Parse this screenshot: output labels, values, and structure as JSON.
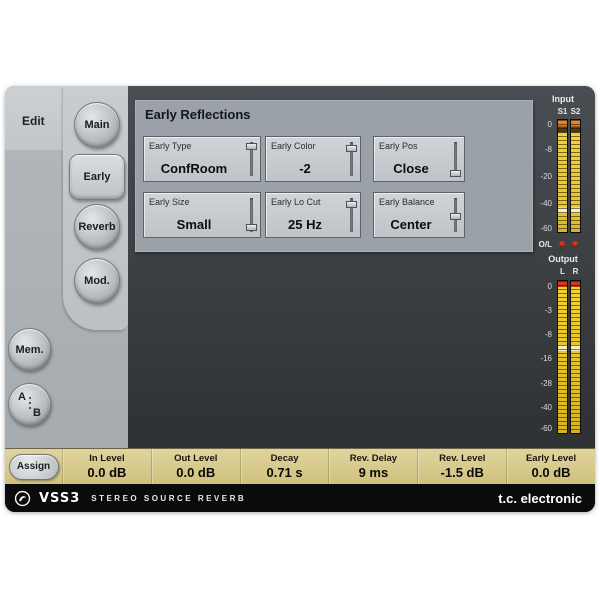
{
  "sidebar": {
    "edit_label": "Edit",
    "tabs": [
      {
        "label": "Main"
      },
      {
        "label": "Early"
      },
      {
        "label": "Reverb"
      },
      {
        "label": "Mod."
      }
    ],
    "mem_label": "Mem.",
    "ab_a": "A",
    "ab_b": "B"
  },
  "panel": {
    "title": "Early Reflections",
    "params": [
      {
        "label": "Early Type",
        "value": "ConfRoom",
        "slider": 0.05
      },
      {
        "label": "Early Color",
        "value": "-2",
        "slider": 0.12
      },
      {
        "label": "Early Pos",
        "value": "Close",
        "slider": 0.8
      },
      {
        "label": "Early Size",
        "value": "Small",
        "slider": 0.75
      },
      {
        "label": "Early Lo Cut",
        "value": "25 Hz",
        "slider": 0.1
      },
      {
        "label": "Early Balance",
        "value": "Center",
        "slider": 0.45
      }
    ]
  },
  "meters": {
    "input": {
      "title": "Input",
      "channels": [
        "S1",
        "S2"
      ],
      "scale": [
        "0",
        "-8",
        "-20",
        "-40",
        "-60"
      ],
      "overload_label": "O/L"
    },
    "output": {
      "title": "Output",
      "channels": [
        "L",
        "R"
      ],
      "scale": [
        "0",
        "-3",
        "-8",
        "-16",
        "-28",
        "-40",
        "-60"
      ]
    }
  },
  "statusbar": {
    "assign_label": "Assign",
    "readouts": [
      {
        "label": "In Level",
        "value": "0.0 dB"
      },
      {
        "label": "Out Level",
        "value": "0.0 dB"
      },
      {
        "label": "Decay",
        "value": "0.71 s"
      },
      {
        "label": "Rev. Delay",
        "value": "9 ms"
      },
      {
        "label": "Rev. Level",
        "value": "-1.5 dB"
      },
      {
        "label": "Early Level",
        "value": "0.0 dB"
      }
    ]
  },
  "footer": {
    "brand": "VSS3",
    "subtitle": "STEREO SOURCE REVERB",
    "logo_text": "t.c. electronic"
  },
  "colors": {
    "status_bar_bg": "#d6c98c",
    "meter_yellow": "#e9c62c",
    "meter_orange": "#e2731a",
    "overload_red": "#d23418",
    "panel_bg": "#9ba1a8",
    "content_bg": "#3a3e42"
  }
}
